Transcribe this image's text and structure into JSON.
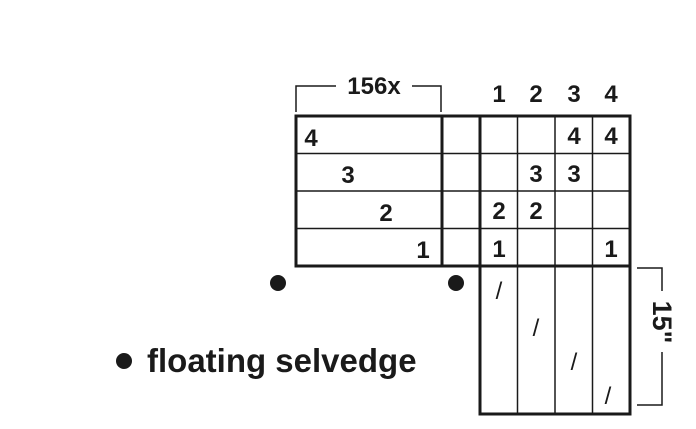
{
  "threading": {
    "repeat_label": "156x",
    "rows": [
      {
        "shaft": "4"
      },
      {
        "shaft": "3"
      },
      {
        "shaft": "2"
      },
      {
        "shaft": "1"
      }
    ]
  },
  "treadles": {
    "labels": [
      "1",
      "2",
      "3",
      "4"
    ]
  },
  "tieup": {
    "rows": [
      [
        "",
        "",
        "4",
        "4"
      ],
      [
        "",
        "3",
        "3",
        ""
      ],
      [
        "2",
        "2",
        "",
        ""
      ],
      [
        "1",
        "",
        "",
        "1"
      ]
    ]
  },
  "treadling": {
    "marks": [
      "/",
      "/",
      "/",
      "/"
    ],
    "length_label": "15\""
  },
  "legend": {
    "label": "floating selvedge"
  }
}
